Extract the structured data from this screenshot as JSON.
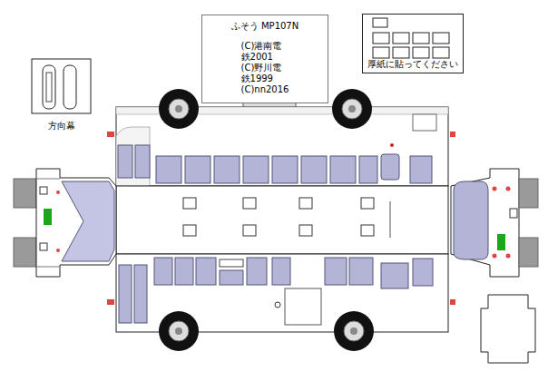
{
  "diagram": {
    "nodes": [
      {
        "text": [
          "ふそう MP107N",
          "(C)港南電鉄2001 (C)野川電鉄1999 (C)nn2016"
        ]
      },
      {
        "text": [
          "厚紙に貼ってください"
        ]
      },
      {
        "text": [
          "方向幕"
        ]
      }
    ]
  }
}
